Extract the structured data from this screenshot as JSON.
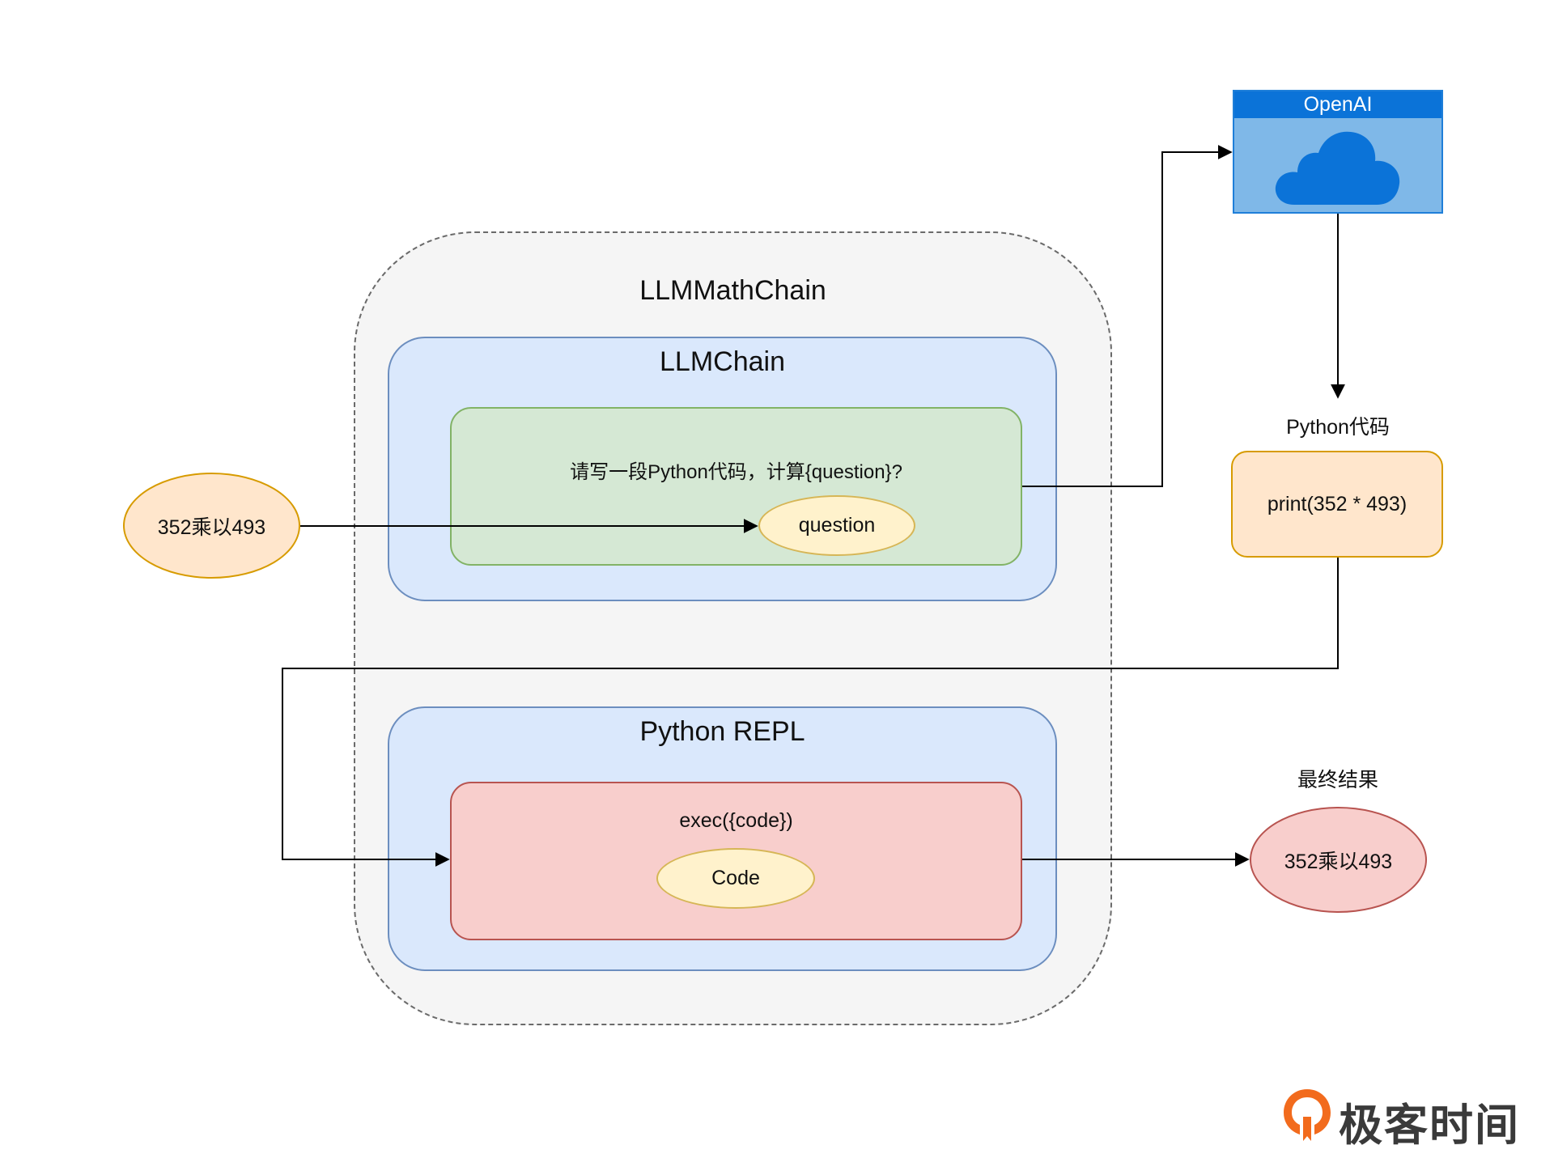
{
  "outer_container": {
    "title": "LLMMathChain"
  },
  "llm_chain": {
    "title": "LLMChain",
    "prompt": "请写一段Python代码，计算{question}?",
    "question_label": "question"
  },
  "input": {
    "label": "352乘以493"
  },
  "openai": {
    "title": "OpenAI",
    "icon": "cloud-icon"
  },
  "python_code": {
    "label": "Python代码",
    "code": "print(352 * 493)"
  },
  "python_repl": {
    "title": "Python REPL",
    "exec_label": "exec({code})",
    "code_label": "Code"
  },
  "result": {
    "label": "最终结果",
    "value": "352乘以493"
  },
  "logo": {
    "text": "极客时间",
    "icon": "geektime-logo-icon"
  },
  "colors": {
    "outer_fill": "#f5f5f5",
    "chain_fill": "#dae8fc",
    "chain_stroke": "#6c8ebf",
    "prompt_fill": "#d5e8d4",
    "prompt_stroke": "#82b366",
    "exec_fill": "#f8cecc",
    "exec_stroke": "#b85450",
    "ellipse_fill": "#fff2cc",
    "ellipse_stroke": "#d6b656",
    "input_fill": "#ffe6cc",
    "input_stroke": "#d79b00",
    "openai_fill": "#7fb8e8",
    "openai_header": "#0b73d8",
    "logo_orange": "#f26b1d"
  }
}
